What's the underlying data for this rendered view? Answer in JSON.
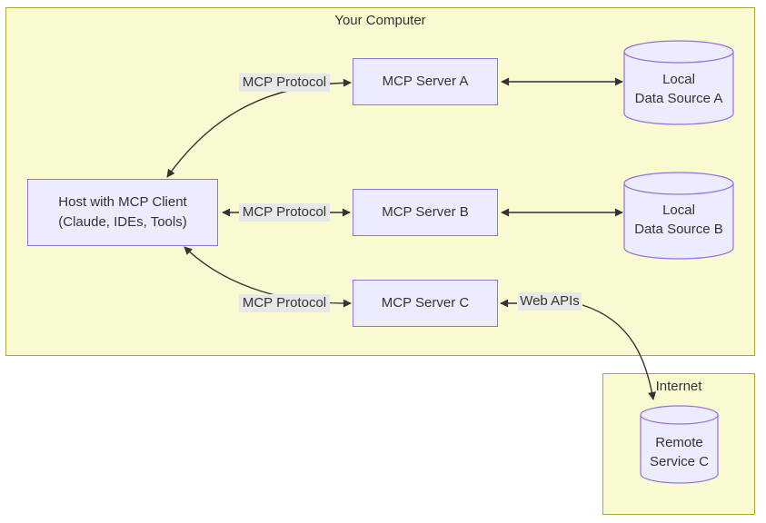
{
  "clusters": {
    "your_computer": {
      "title": "Your Computer"
    },
    "internet": {
      "title": "Internet"
    }
  },
  "nodes": {
    "host": {
      "line1": "Host with MCP Client",
      "line2": "(Claude, IDEs, Tools)"
    },
    "server_a": {
      "label": "MCP Server A"
    },
    "server_b": {
      "label": "MCP Server B"
    },
    "server_c": {
      "label": "MCP Server C"
    }
  },
  "cylinders": {
    "data_source_a": {
      "line1": "Local",
      "line2": "Data Source A"
    },
    "data_source_b": {
      "line1": "Local",
      "line2": "Data Source B"
    },
    "remote_service_c": {
      "line1": "Remote",
      "line2": "Service C"
    }
  },
  "edge_labels": {
    "protocol_a": "MCP Protocol",
    "protocol_b": "MCP Protocol",
    "protocol_c": "MCP Protocol",
    "web_apis": "Web APIs"
  },
  "colors": {
    "cluster_fill": "#fafad2",
    "cluster_border": "#aaaa33",
    "node_fill": "#ececff",
    "node_border": "#9370db",
    "edge_label_bg": "#e8e8e8",
    "line": "#333333",
    "text": "#333333"
  }
}
